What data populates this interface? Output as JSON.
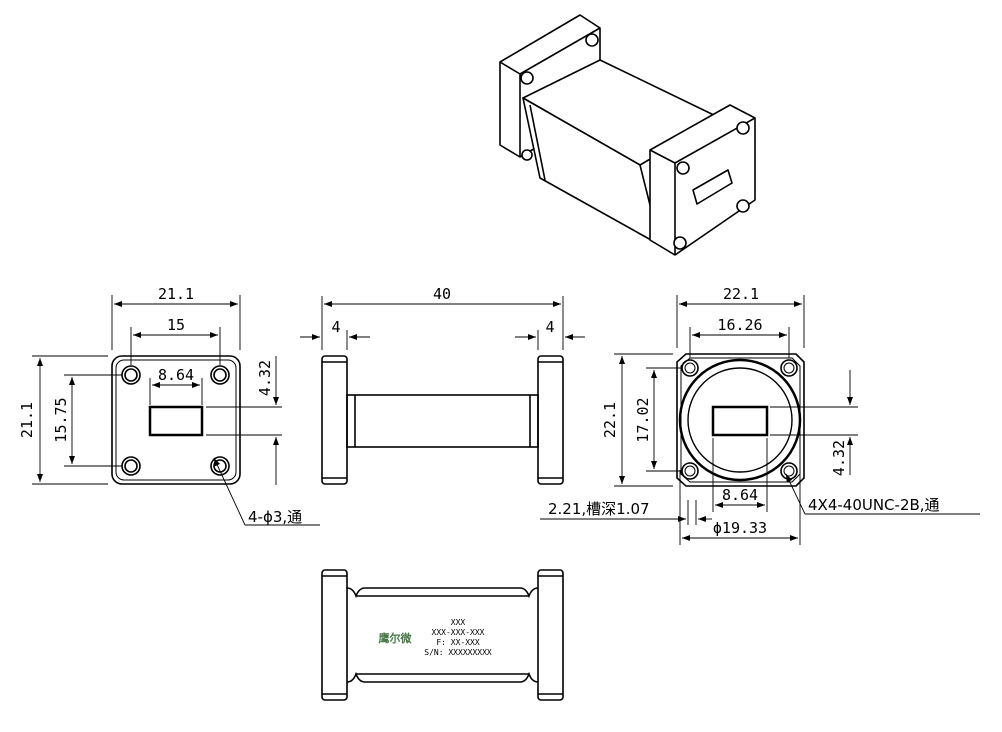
{
  "left_view": {
    "width": "21.1",
    "hole_spacing_h": "15",
    "height": "21.1",
    "hole_spacing_v": "15.75",
    "aperture_width": "8.64",
    "aperture_height": "4.32",
    "hole_callout": "4-ϕ3,通"
  },
  "side_view": {
    "length": "40",
    "flange_left": "4",
    "flange_right": "4"
  },
  "right_view": {
    "width": "22.1",
    "hole_spacing_h": "16.26",
    "height": "22.1",
    "hole_spacing_v": "17.02",
    "aperture_height": "4.32",
    "aperture_width": "8.64",
    "groove_callout": "2.21,槽深1.07",
    "groove_diameter": "ϕ19.33",
    "thread_callout": "4X4-40UNC-2B,通"
  },
  "nameplate": {
    "logo": "鹰尔微",
    "line1": "XXX",
    "line2": "XXX-XXX-XXX",
    "line3": "F: XX-XXX",
    "line4": "S/N: XXXXXXXXX"
  }
}
